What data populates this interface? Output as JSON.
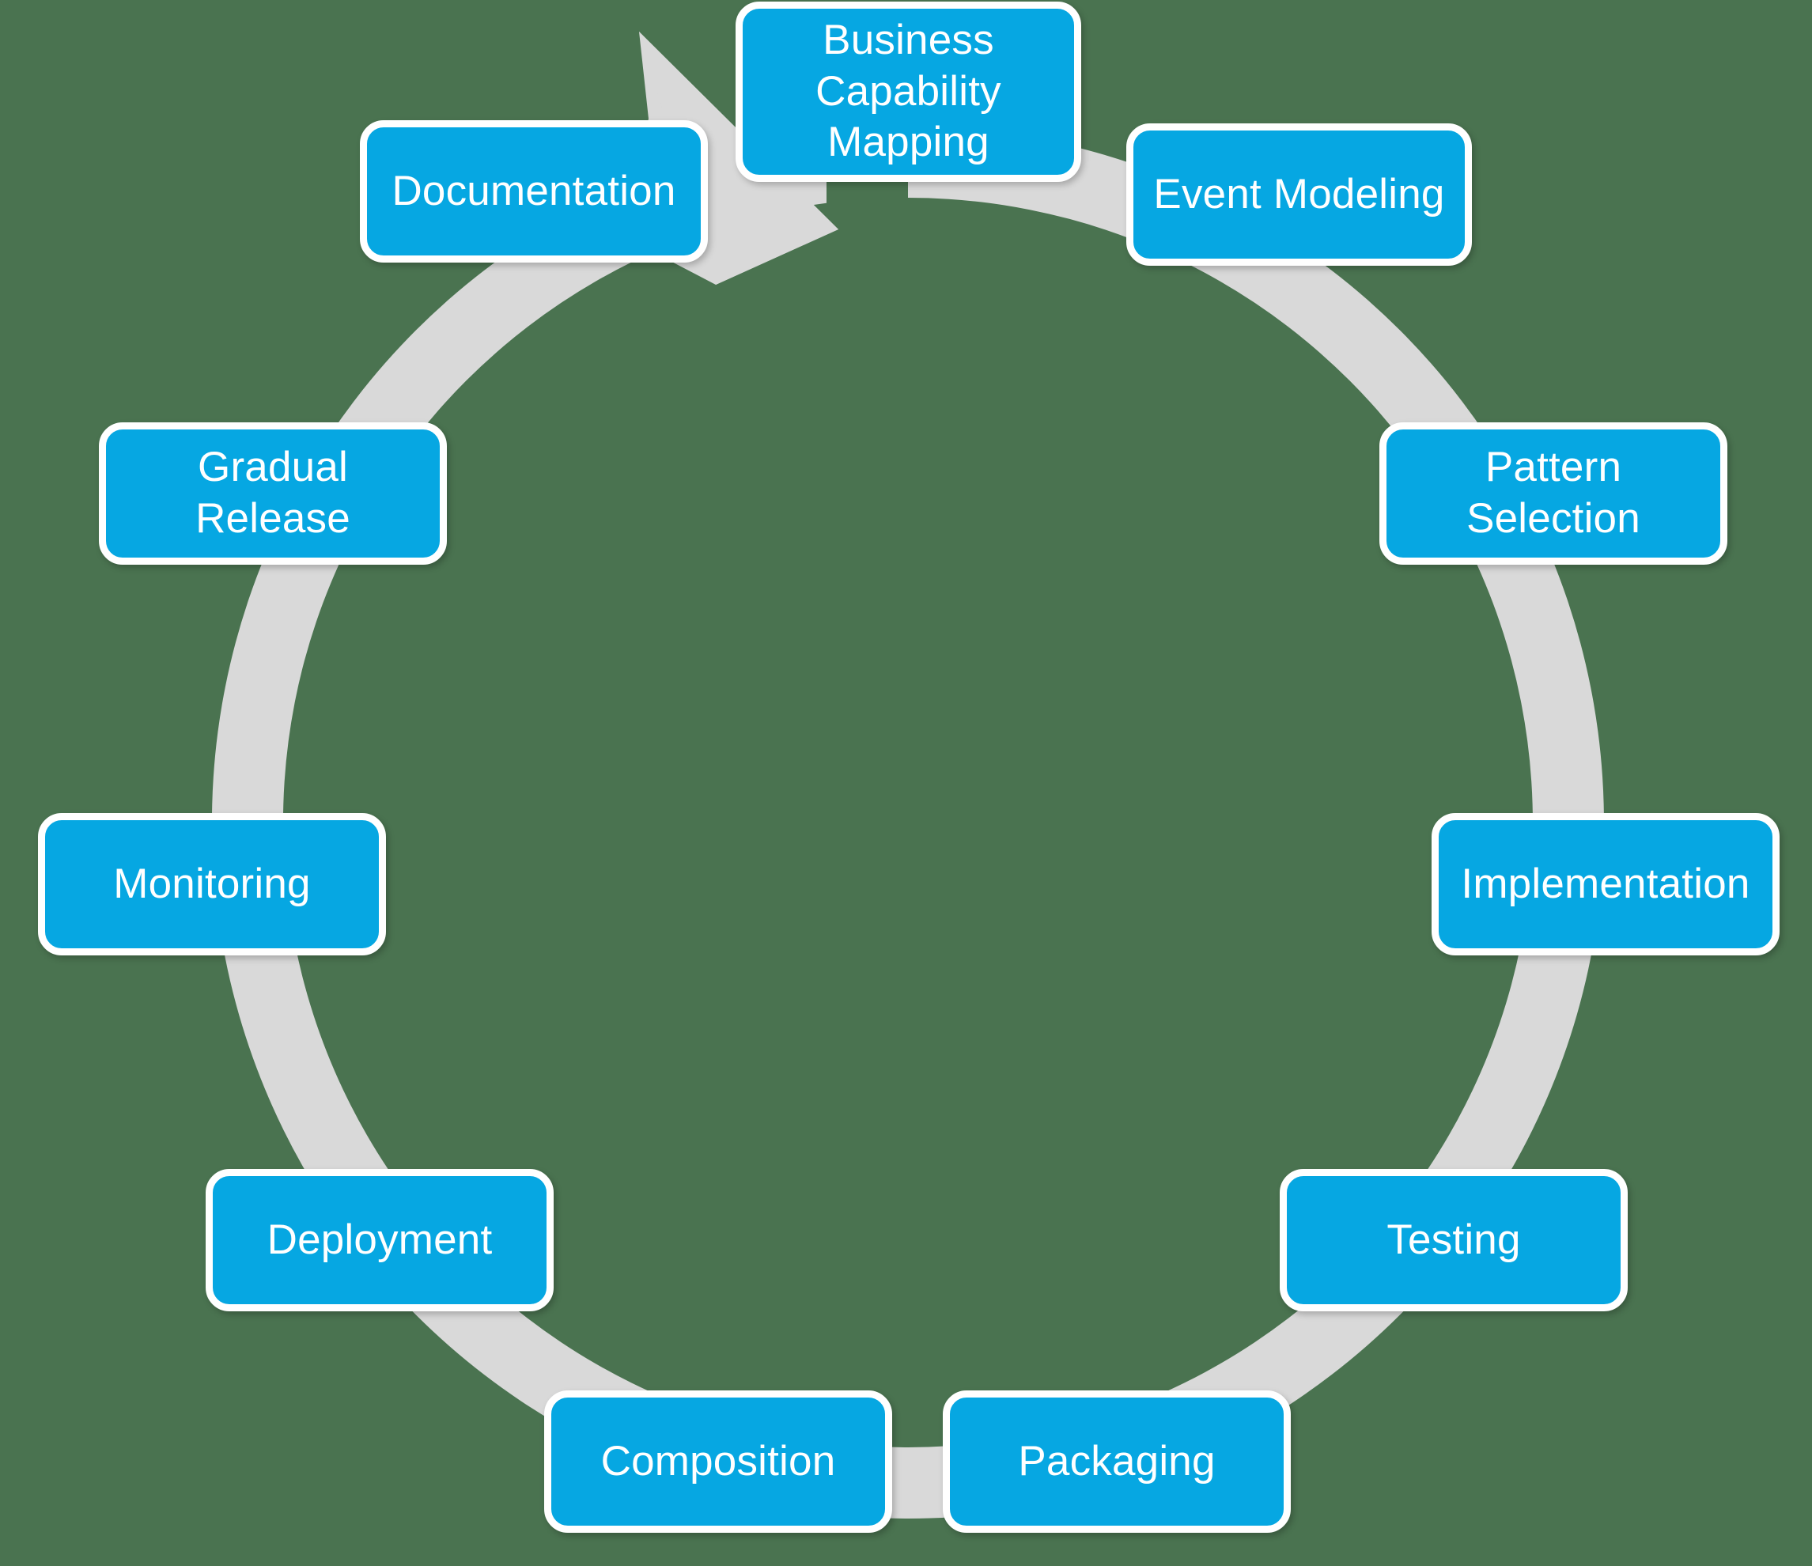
{
  "diagram": {
    "type": "cycle",
    "direction": "clockwise",
    "background_color": "#4a7350",
    "ring_color": "#D9D9D9",
    "node_fill_color": "#06A7E2",
    "node_border_color": "#FFFFFF",
    "node_text_color": "#FFFFFF",
    "arrow_head": {
      "name": "cycle-arrowhead",
      "position": "top",
      "points_to": "Business Capability Mapping"
    },
    "stages": [
      {
        "index": 1,
        "label": "Business\nCapability\nMapping",
        "name": "business-capability-mapping"
      },
      {
        "index": 2,
        "label": "Event Modeling",
        "name": "event-modeling"
      },
      {
        "index": 3,
        "label": "Pattern Selection",
        "name": "pattern-selection"
      },
      {
        "index": 4,
        "label": "Implementation",
        "name": "implementation"
      },
      {
        "index": 5,
        "label": "Testing",
        "name": "testing"
      },
      {
        "index": 6,
        "label": "Packaging",
        "name": "packaging"
      },
      {
        "index": 7,
        "label": "Composition",
        "name": "composition"
      },
      {
        "index": 8,
        "label": "Deployment",
        "name": "deployment"
      },
      {
        "index": 9,
        "label": "Monitoring",
        "name": "monitoring"
      },
      {
        "index": 10,
        "label": "Gradual Release",
        "name": "gradual-release"
      },
      {
        "index": 11,
        "label": "Documentation",
        "name": "documentation"
      }
    ]
  },
  "chart_data": {
    "type": "diagram",
    "title": "",
    "categories": [
      "Business Capability Mapping",
      "Event Modeling",
      "Pattern Selection",
      "Implementation",
      "Testing",
      "Packaging",
      "Composition",
      "Deployment",
      "Monitoring",
      "Gradual Release",
      "Documentation"
    ]
  }
}
